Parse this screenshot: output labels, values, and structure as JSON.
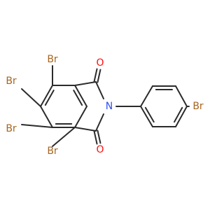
{
  "molecule": {
    "atoms": [
      {
        "id": "br1",
        "element": "Br",
        "text": "Br",
        "color": "#a7651e"
      },
      {
        "id": "br2",
        "element": "Br",
        "text": "Br",
        "color": "#a7651e"
      },
      {
        "id": "br3",
        "element": "Br",
        "text": "Br",
        "color": "#a7651e"
      },
      {
        "id": "br4",
        "element": "Br",
        "text": "Br",
        "color": "#a7651e"
      },
      {
        "id": "br5",
        "element": "Br",
        "text": "Br",
        "color": "#a7651e"
      },
      {
        "id": "o1",
        "element": "O",
        "text": "O",
        "color": "#ff0d0d"
      },
      {
        "id": "o2",
        "element": "O",
        "text": "O",
        "color": "#ff0d0d"
      },
      {
        "id": "n1",
        "element": "N",
        "text": "N",
        "color": "#3050f8"
      }
    ],
    "bond_color": "#2b2b2b"
  }
}
